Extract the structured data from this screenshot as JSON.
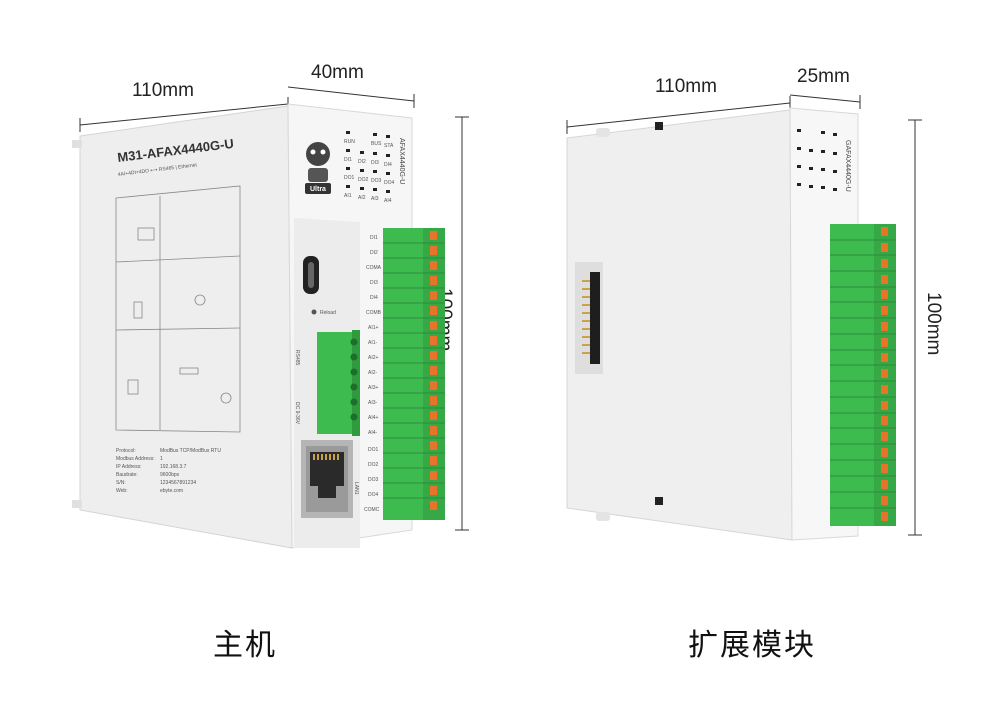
{
  "main_unit": {
    "width_dim": "110mm",
    "depth_dim": "40mm",
    "height_dim": "100mm",
    "model": "M31-AFAX4440G-U",
    "model_side": "AFAX4440G-U",
    "subtitle": "4AI+4DI+4DO ⟷ RS485 | Ethernet",
    "logo_label": "Ultra",
    "reload_label": "Reload",
    "rs485_label": "RS485",
    "dc_label": "DC 9-36V",
    "lan_label": "LAN1",
    "caption": "主机",
    "info_keys": [
      "Protocol:",
      "Modbus Address:",
      "IP Address:",
      "Baudrate:",
      "S/N:",
      "Web:"
    ],
    "info_values": [
      "ModBus TCP/ModBus RTU",
      "1",
      "192.168.3.7",
      "9600bps",
      "1234567891234",
      "ebyte.com"
    ]
  },
  "expansion_unit": {
    "width_dim": "110mm",
    "depth_dim": "25mm",
    "height_dim": "100mm",
    "model_side": "GAFAX4440G-U",
    "caption": "扩展模块"
  },
  "terminal_labels": [
    "DI1",
    "DI2",
    "COMA",
    "DI3",
    "DI4",
    "COMB",
    "AI1+",
    "AI1-",
    "AI2+",
    "AI2-",
    "AI3+",
    "AI3-",
    "AI4+",
    "AI4-",
    "DO1",
    "DO2",
    "DO3",
    "DO4",
    "COMC"
  ],
  "led_labels": [
    "RUN",
    "BUS",
    "STA",
    "DI1",
    "DI2",
    "DI3",
    "DI4",
    "DO1",
    "DO2",
    "DO3",
    "DO4",
    "AI1",
    "AI2",
    "AI3",
    "AI4"
  ],
  "colors": {
    "terminal_green": "#3dbb4e",
    "terminal_orange": "#e8742a",
    "housing": "#eeeeee",
    "housing_front": "#f7f7f7"
  }
}
